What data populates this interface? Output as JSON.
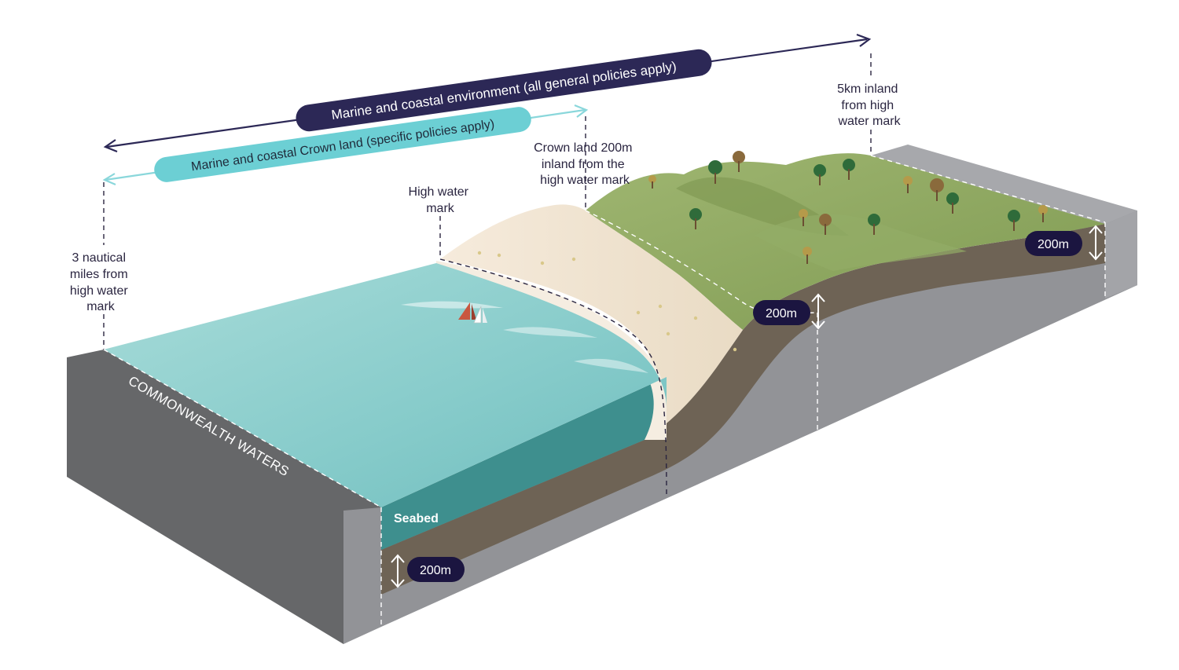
{
  "arrows": {
    "outer_label": "Marine and coastal environment (all general policies apply)",
    "inner_label": "Marine and coastal Crown land (specific policies apply)"
  },
  "labels": {
    "nautical_miles": [
      "3 nautical",
      "miles from",
      "high water",
      "mark"
    ],
    "high_water_mark": [
      "High water",
      "mark"
    ],
    "crown_land": [
      "Crown land 200m",
      "inland from the",
      "high water mark"
    ],
    "inland_5km": [
      "5km inland",
      "from high",
      "water mark"
    ]
  },
  "badges": {
    "seabed_depth": "200m",
    "coast_depth": "200m",
    "inland_depth": "200m"
  },
  "block": {
    "side_label": "COMMONWEALTH WATERS",
    "seabed_label": "Seabed"
  },
  "colors": {
    "outer_arrow": "#2c2856",
    "inner_arrow": "#6ccfd4",
    "badge": "#1b1540",
    "sea": "#84cbca",
    "sand": "#f3e6d4",
    "land": "#8ea55f",
    "earth": "#6e6355",
    "block_side": "#8f9095",
    "block_dark": "#666769"
  }
}
